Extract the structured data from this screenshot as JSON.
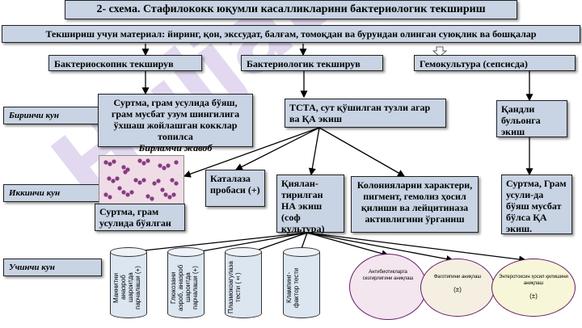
{
  "title": "2- схема.   Стафилококк юқумли касалликларини бактериологик текшириш",
  "material": "Текшириш учун материал: йиринг, қон, экссудат, балғам, томоқдан ва бурундан олинган суюқлик ва бошқалар",
  "methods": {
    "bacterioscopic": "Бактериоскопик текширув",
    "bacteriological": "Бактериологик текширув",
    "hemoculture": "Гемокультура (сепсисда)"
  },
  "days": {
    "first": "Биринчи кун",
    "second": "Иккинчи кун",
    "third": "Учинчи кун"
  },
  "boxes": {
    "smear_gram": "Суртма, грам усулида бўяш, грам мусбат узум шингилига ўхшаш жойлашган кокклар топилса",
    "prelim_answer": "Бирламчи жавоб",
    "tsta": "ТСТА, сут қўшилган тузли агар ва ҚА экиш",
    "sugar_broth": "Қандли бульонга экиш",
    "smear_stained": "Суртма, грам усулида бўялган",
    "catalase": "Каталаза пробаси (+)",
    "pure_culture": "Қиялан-тирилган НА экиш (соф культура)",
    "colonies": "Колонияларни характери, пигмент, гемолиз ҳосил қилиши ва лейцитиназа активлигини ўрганиш",
    "smear_broth": "Суртма, Грам усули-да бўяш мусбат бўлса ҚА экиш."
  },
  "tests": [
    "Маннитни анаэроб шароитда парчалаши (+)",
    "Глюкозани аэроб, анаэроб шароитда парчалаши (+)",
    "Плазмокоагулаза тести (±)",
    "Клампинг-фактор тести"
  ],
  "ellipses": [
    {
      "text": "Антибиотикларга сезгирлигини аниқлаш",
      "sign": ""
    },
    {
      "text": "Фаготипини аниқлаш",
      "sign": "(±)"
    },
    {
      "text": "Энтеротоксин ҳосил қилишини аниқлаш",
      "sign": "(±)"
    }
  ],
  "watermark": "Hujjat24",
  "colors": {
    "box_fill": "#c8d3e3",
    "line": "#000000",
    "cylinder_fill": "#dbe6f1",
    "ellipse_1": "#f3e6ef",
    "ellipse_2": "#f5efe2",
    "ellipse_3": "#f7f6d8"
  }
}
